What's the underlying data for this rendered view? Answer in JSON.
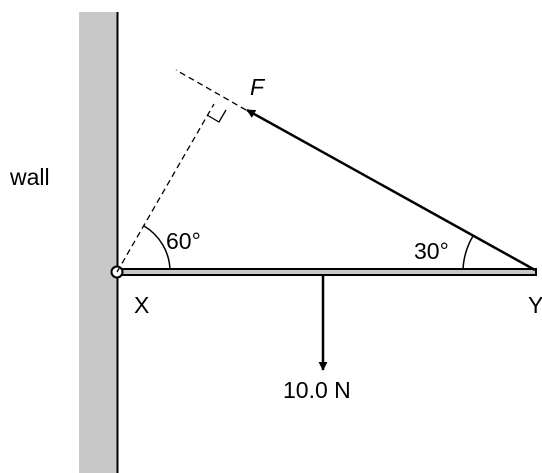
{
  "diagram": {
    "wall_label": "wall",
    "point_x_label": "X",
    "point_y_label": "Y",
    "force_label": "F",
    "weight_label": "10.0 N",
    "angle_at_x": "60°",
    "angle_at_y": "30°"
  },
  "colors": {
    "wall_fill": "#c8c8c8",
    "line": "#000000",
    "background": "#ffffff"
  }
}
